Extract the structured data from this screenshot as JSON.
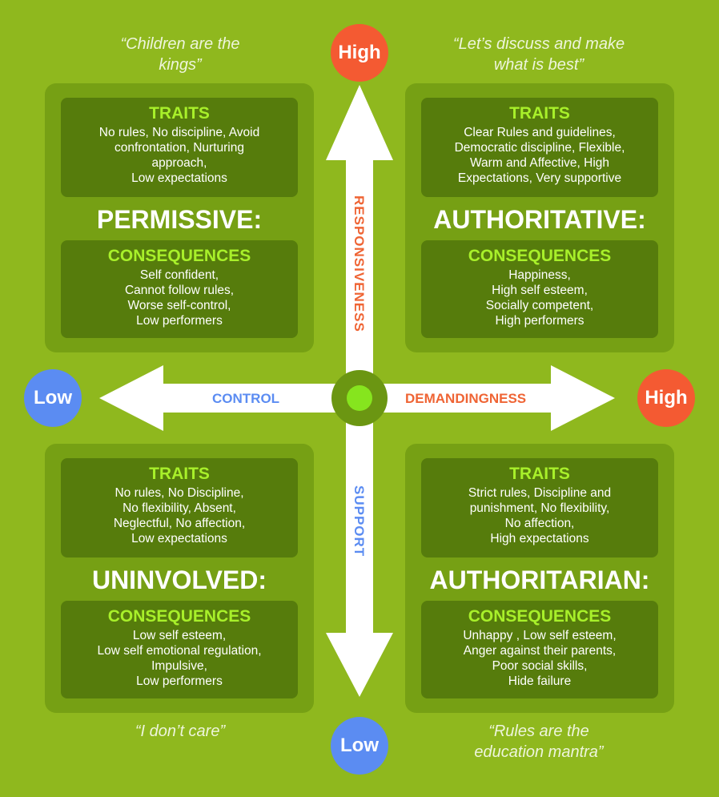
{
  "quotes": {
    "top_left": "“Children are the kings”",
    "top_right": "“Let’s discuss and make what is best”",
    "bottom_left": "“I don’t care”",
    "bottom_right": "“Rules are the education mantra”"
  },
  "axes": {
    "vertical_top": "High",
    "vertical_bottom": "Low",
    "horizontal_left": "Low",
    "horizontal_right": "High",
    "responsiveness": "RESPONSIVENESS",
    "support": "SUPPORT",
    "control": "CONTROL",
    "demandingness": "DEMANDINGNESS"
  },
  "quadrants": {
    "permissive": {
      "name": "PERMISSIVE:",
      "traits_title": "TRAITS",
      "traits": [
        "No rules, No discipline, Avoid",
        "confrontation, Nurturing",
        "approach,",
        "Low expectations"
      ],
      "consequences_title": "CONSEQUENCES",
      "consequences": [
        "Self confident,",
        "Cannot follow rules,",
        "Worse self-control,",
        "Low performers"
      ]
    },
    "authoritative": {
      "name": "AUTHORITATIVE:",
      "traits_title": "TRAITS",
      "traits": [
        "Clear Rules and guidelines,",
        "Democratic discipline, Flexible,",
        "Warm and Affective, High",
        "Expectations, Very supportive"
      ],
      "consequences_title": "CONSEQUENCES",
      "consequences": [
        "Happiness,",
        "High self esteem,",
        "Socially competent,",
        "High performers"
      ]
    },
    "uninvolved": {
      "name": "UNINVOLVED:",
      "traits_title": "TRAITS",
      "traits": [
        "No rules, No Discipline,",
        "No flexibility, Absent,",
        "Neglectful, No affection,",
        "Low expectations"
      ],
      "consequences_title": "CONSEQUENCES",
      "consequences": [
        "Low self esteem,",
        "Low self emotional regulation,",
        "Impulsive,",
        "Low performers"
      ]
    },
    "authoritarian": {
      "name": "AUTHORITARIAN:",
      "traits_title": "TRAITS",
      "traits": [
        "Strict rules, Discipline and",
        "punishment, No flexibility,",
        "No affection,",
        "High expectations"
      ],
      "consequences_title": "CONSEQUENCES",
      "consequences": [
        "Unhappy , Low self esteem,",
        "Anger against their parents,",
        "Poor social skills,",
        "Hide failure"
      ]
    }
  },
  "colors": {
    "background": "#8fb81e",
    "high": "#f45a32",
    "low": "#5b8cf2",
    "title_green": "#a8f02a"
  }
}
